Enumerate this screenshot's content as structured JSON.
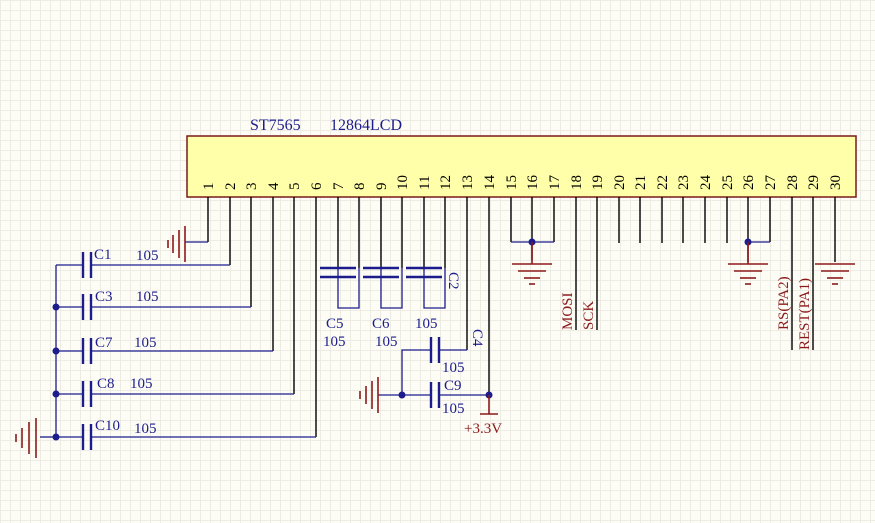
{
  "chip": {
    "model": "ST7565",
    "name": "12864LCD",
    "pins": [
      "1",
      "2",
      "3",
      "4",
      "5",
      "6",
      "7",
      "8",
      "9",
      "10",
      "11",
      "12",
      "13",
      "14",
      "15",
      "16",
      "17",
      "18",
      "19",
      "20",
      "21",
      "22",
      "23",
      "24",
      "25",
      "26",
      "27",
      "28",
      "29",
      "30"
    ]
  },
  "capacitors": {
    "c1": {
      "ref": "C1",
      "value": "105"
    },
    "c3": {
      "ref": "C3",
      "value": "105"
    },
    "c7": {
      "ref": "C7",
      "value": "105"
    },
    "c8": {
      "ref": "C8",
      "value": "105"
    },
    "c10": {
      "ref": "C10",
      "value": "105"
    },
    "c5": {
      "ref": "C5",
      "value": "105"
    },
    "c6": {
      "ref": "C6",
      "value": "105"
    },
    "c2": {
      "ref": "C2",
      "value": "105"
    },
    "c4": {
      "ref": "C4",
      "value": "105"
    },
    "c9": {
      "ref": "C9",
      "value": "105"
    }
  },
  "nets": {
    "mosi": "MOSI",
    "sck": "SCK",
    "rs": "RS(PA2)",
    "rest": "REST(PA1)",
    "vcc": "+3.3V"
  },
  "colors": {
    "wire": "#1c1c8c",
    "power": "#8b1a1a",
    "chip_fill": "#ffffaa"
  }
}
